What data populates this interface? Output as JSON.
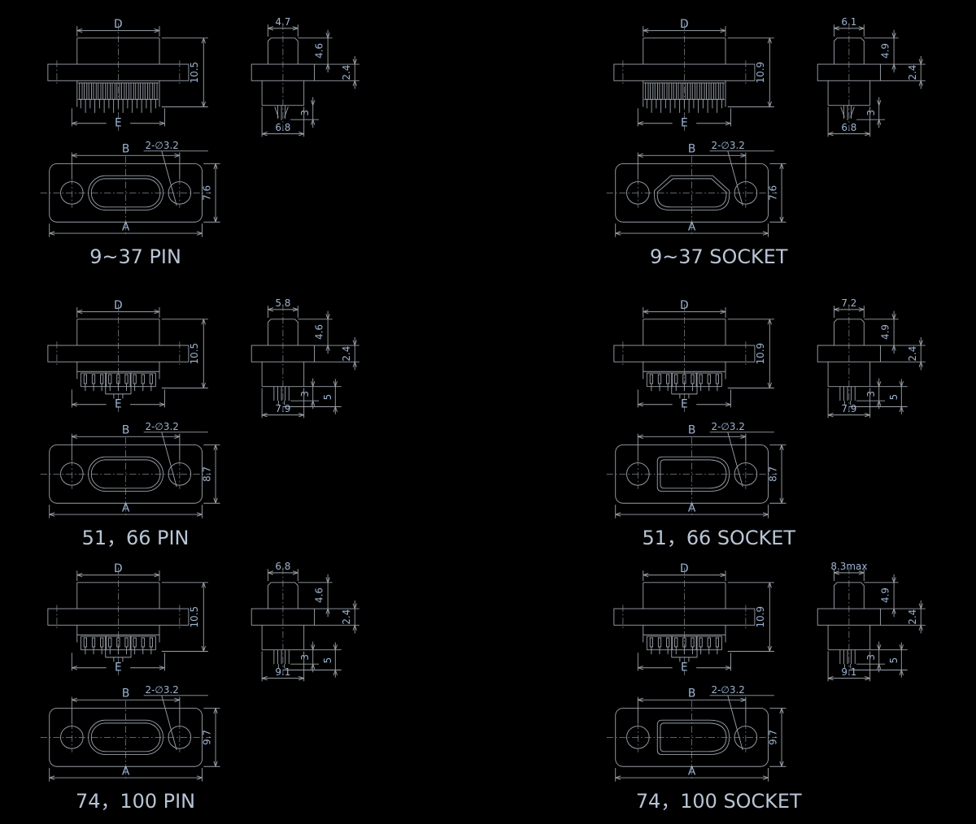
{
  "background": "#000000",
  "colors": {
    "line": "#9aa0a8",
    "centerline": "#7e848c",
    "dimension_text": "#9db4d3",
    "label_text": "#b9c5d6"
  },
  "panels": [
    {
      "id": "9-37-pin",
      "label": "9~37 PIN",
      "variant": "pin",
      "series": "9~37",
      "front": {
        "width_letter": "D",
        "height": "10.5",
        "bottom_letter": "E"
      },
      "side": {
        "top_width": "4.7",
        "upper_height": "4.6",
        "flange_thickness": "2.4",
        "contact_length": "3",
        "bottom_width": "6.8"
      },
      "bottom": {
        "span_letter": "B",
        "overall_letter": "A",
        "plate_height": "7.6",
        "holes_note": "2-∅3.2"
      },
      "view_hints": {
        "contacts": "comb",
        "opening": "stadium",
        "has_total_depth_dim": false
      }
    },
    {
      "id": "9-37-socket",
      "label": "9~37 SOCKET",
      "variant": "socket",
      "series": "9~37",
      "front": {
        "width_letter": "D",
        "height": "10.9",
        "bottom_letter": "E"
      },
      "side": {
        "top_width": "6.1",
        "upper_height": "4.9",
        "flange_thickness": "2.4",
        "contact_length": "3",
        "bottom_width": "6.8"
      },
      "bottom": {
        "span_letter": "B",
        "overall_letter": "A",
        "plate_height": "7.6",
        "holes_note": "2-∅3.2"
      },
      "view_hints": {
        "contacts": "comb",
        "opening": "dshape",
        "has_total_depth_dim": false
      }
    },
    {
      "id": "51-66-pin",
      "label": "51，66 PIN",
      "variant": "pin",
      "series": "51, 66",
      "front": {
        "width_letter": "D",
        "height": "10.5",
        "bottom_letter": "E"
      },
      "side": {
        "top_width": "5.8",
        "upper_height": "4.6",
        "flange_thickness": "2.4",
        "contact_length": "3",
        "total_depth": "5",
        "bottom_width": "7.9"
      },
      "bottom": {
        "span_letter": "B",
        "overall_letter": "A",
        "plate_height": "8.7",
        "holes_note": "2-∅3.2"
      },
      "view_hints": {
        "contacts": "groups",
        "opening": "stadium",
        "has_total_depth_dim": true
      }
    },
    {
      "id": "51-66-socket",
      "label": "51，66 SOCKET",
      "variant": "socket",
      "series": "51, 66",
      "front": {
        "width_letter": "D",
        "height": "10.9",
        "bottom_letter": "E"
      },
      "side": {
        "top_width": "7.2",
        "upper_height": "4.9",
        "flange_thickness": "2.4",
        "contact_length": "3",
        "total_depth": "5",
        "bottom_width": "7.9"
      },
      "bottom": {
        "span_letter": "B",
        "overall_letter": "A",
        "plate_height": "8.7",
        "holes_note": "2-∅3.2"
      },
      "view_hints": {
        "contacts": "groups",
        "opening": "flat",
        "has_total_depth_dim": true
      }
    },
    {
      "id": "74-100-pin",
      "label": "74，100 PIN",
      "variant": "pin",
      "series": "74, 100",
      "front": {
        "width_letter": "D",
        "height": "10.5",
        "bottom_letter": "E"
      },
      "side": {
        "top_width": "6.8",
        "upper_height": "4.6",
        "flange_thickness": "2.4",
        "contact_length": "3",
        "total_depth": "5",
        "bottom_width": "9.1"
      },
      "bottom": {
        "span_letter": "B",
        "overall_letter": "A",
        "plate_height": "9.7",
        "holes_note": "2-∅3.2"
      },
      "view_hints": {
        "contacts": "groups",
        "opening": "stadium",
        "has_total_depth_dim": true
      }
    },
    {
      "id": "74-100-socket",
      "label": "74，100 SOCKET",
      "variant": "socket",
      "series": "74, 100",
      "front": {
        "width_letter": "D",
        "height": "10.9",
        "bottom_letter": "E"
      },
      "side": {
        "top_width": "8.3max",
        "upper_height": "4.9",
        "flange_thickness": "2.4",
        "contact_length": "3",
        "total_depth": "5",
        "bottom_width": "9.1"
      },
      "bottom": {
        "span_letter": "B",
        "overall_letter": "A",
        "plate_height": "9.7",
        "holes_note": "2-∅3.2"
      },
      "view_hints": {
        "contacts": "groups",
        "opening": "flat",
        "has_total_depth_dim": true
      }
    }
  ]
}
